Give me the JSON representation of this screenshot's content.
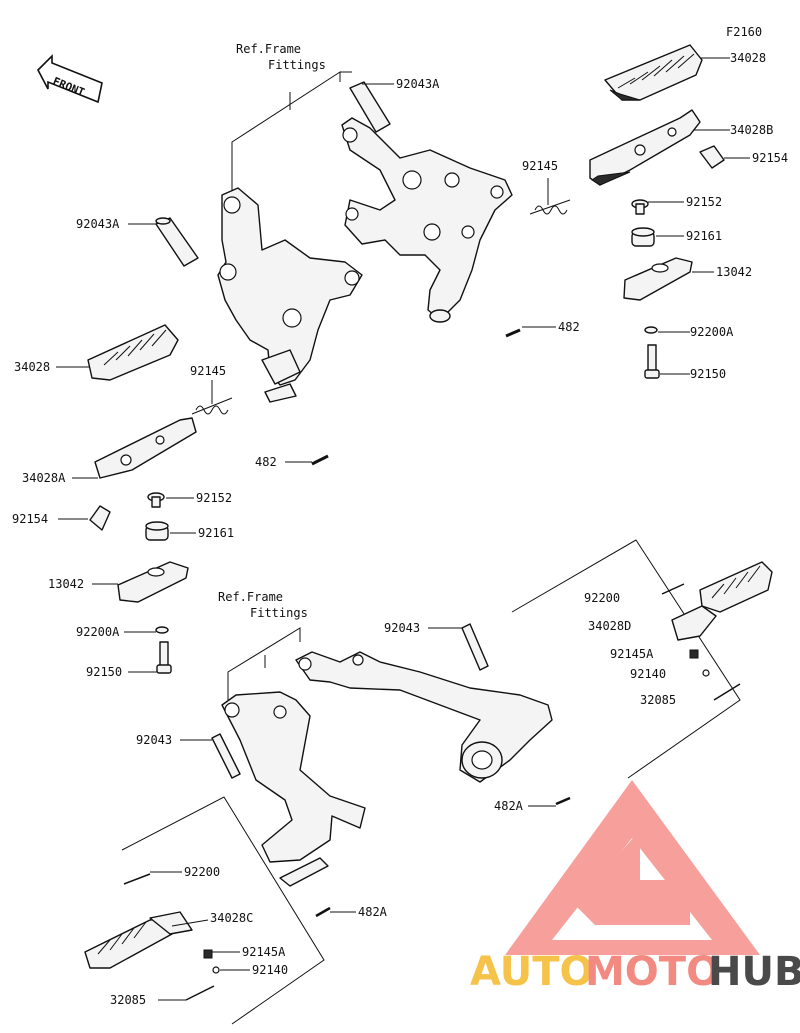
{
  "figure_code": "F2160",
  "front_label": "FRONT",
  "callouts": {
    "ref_frame_1": "Ref.Frame",
    "fittings_1": "Fittings",
    "ref_frame_2": "Ref.Frame",
    "fittings_2": "Fittings",
    "p92043A_top": "92043A",
    "p34028_right": "34028",
    "p34028B": "34028B",
    "p92154_right": "92154",
    "p92145_right": "92145",
    "p92152_right": "92152",
    "p92161_right": "92161",
    "p13042_right": "13042",
    "p482_right": "482",
    "p92200A_right": "92200A",
    "p92150_right": "92150",
    "p92043A_left": "92043A",
    "p34028_left": "34028",
    "p92145_left": "92145",
    "p482_left": "482",
    "p34028A": "34028A",
    "p92152_left": "92152",
    "p92154_left": "92154",
    "p92161_left": "92161",
    "p13042_left": "13042",
    "p92200A_left": "92200A",
    "p92150_left": "92150",
    "p92043_mid": "92043",
    "p92200_right": "92200",
    "p34028D": "34028D",
    "p92145A_right": "92145A",
    "p92140_right": "92140",
    "p32085_right": "32085",
    "p92043_left": "92043",
    "p482A_mid": "482A",
    "p92200_left": "92200",
    "p482A_left": "482A",
    "p34028C": "34028C",
    "p92145A_left": "92145A",
    "p92140_left": "92140",
    "p32085_left": "32085"
  },
  "watermark": {
    "auto": "AUTO",
    "moto": "MOTO",
    "hub": "HUB",
    "color_auto": "#f5c24a",
    "color_moto": "#f28a82",
    "color_hub": "#4a4a4a",
    "logo_color": "#f4807a"
  }
}
